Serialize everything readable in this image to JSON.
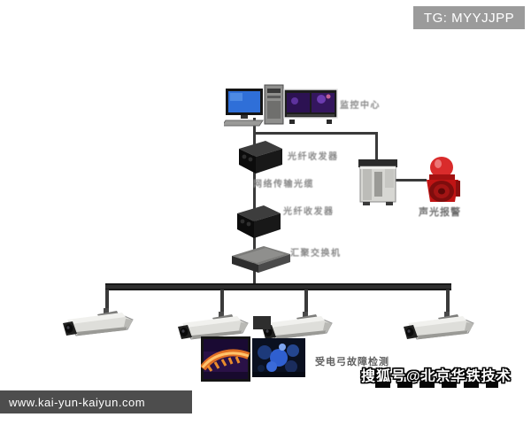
{
  "badges": {
    "tg": "TG: MYYJJPP",
    "site": "www.kai-yun-kaiyun.com",
    "sohu": "搜狐号@北京华铁技术"
  },
  "diagram": {
    "monitoring_center_label": "监控中心",
    "fiber_transceiver_top_label": "光纤收发器",
    "fiber_link_label": "网络传输光缆",
    "fiber_transceiver_bottom_label": "光纤收发器",
    "aggregation_switch_label": "汇聚交换机",
    "alarm_label": "声光报警",
    "detection_label": "受电弓故障检测"
  },
  "icons": {
    "monitoring_center_graphic": "desktop-pc-and-thermal-monitors",
    "fiber_transceiver_graphic": "black-converter-box",
    "aggregation_switch_graphic": "flat-network-switch",
    "alarm_controller_graphic": "io-control-module",
    "alarm_siren_graphic": "red-sound-light-siren",
    "camera_graphic": "bullet-camera",
    "thermal_view_graphic": "thermal-image-snapshot",
    "engine_view_graphic": "machine-photo-snapshot"
  },
  "colors": {
    "line": "#3a3a3a",
    "label_gray": "#8a8a8a",
    "screen_blue": "#2f6fd8",
    "thermal_purple": "#3b1b5e",
    "alarm_red": "#c01414",
    "badge_gray": "#9b9b9b",
    "bar_gray": "#4d4d4d"
  }
}
